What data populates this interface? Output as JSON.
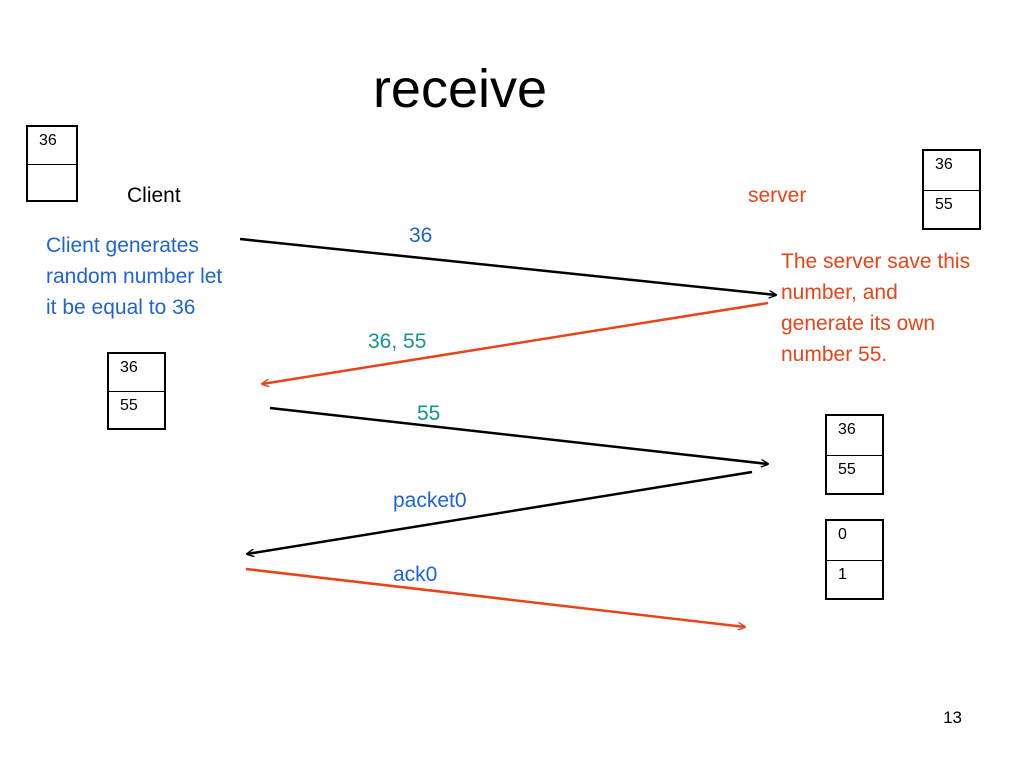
{
  "title": "receive",
  "client_label": "Client",
  "server_label": "server",
  "client_note": "Client generates random number let it be equal to 36",
  "server_note": "The server save this number, and generate its own number 55.",
  "boxes": {
    "client_initial": [
      "36",
      ""
    ],
    "server_initial": [
      "36",
      "55"
    ],
    "client_after": [
      "36",
      "55"
    ],
    "server_after": [
      "36",
      "55"
    ],
    "server_seq": [
      "0",
      "1"
    ]
  },
  "messages": {
    "m1": "36",
    "m2": "36, 55",
    "m3": "55",
    "m4": "packet0",
    "m5": "ack0"
  },
  "colors": {
    "blue": "#1f63d6",
    "orange": "#e8441a",
    "teal": "#14958c",
    "black": "#000000"
  },
  "page_number": "13"
}
